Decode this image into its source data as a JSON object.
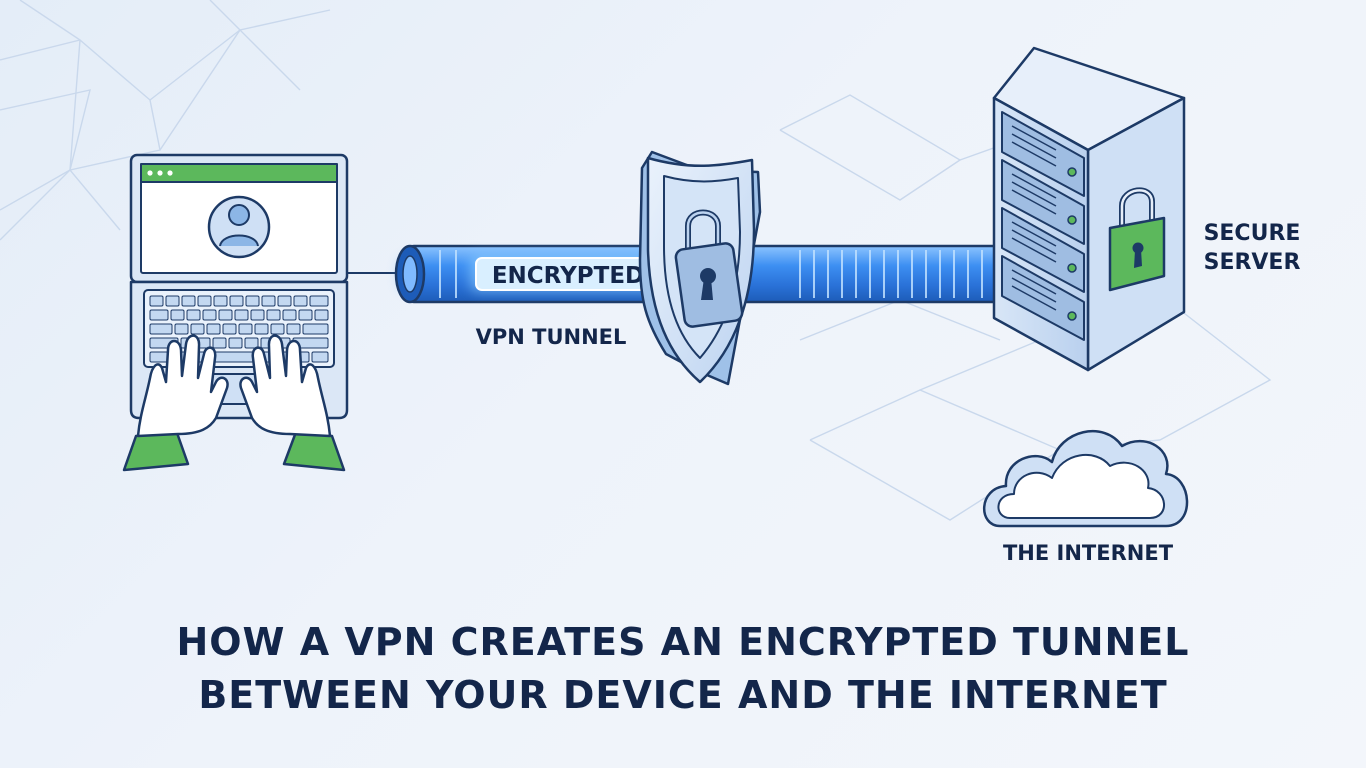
{
  "labels": {
    "tunnel_badge": "ENCRYPTED",
    "tunnel_caption": "VPN TUNNEL",
    "server_line1": "SECURE",
    "server_line2": "SERVER",
    "internet": "THE INTERNET"
  },
  "headline": {
    "line1": "HOW A VPN CREATES AN ENCRYPTED TUNNEL",
    "line2": "BETWEEN YOUR DEVICE AND THE INTERNET"
  },
  "colors": {
    "navy": "#13264a",
    "outline": "#1d3a66",
    "tunnel_blue": "#3d8ff2",
    "accent_green": "#5cb85c",
    "light_blue": "#cfe0f5"
  }
}
